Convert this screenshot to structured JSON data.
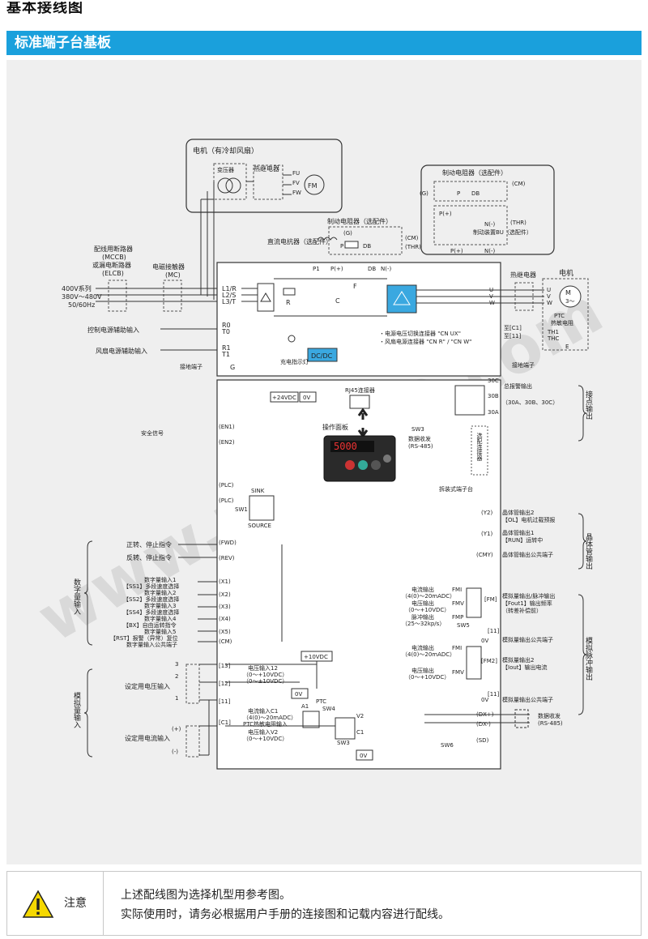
{
  "page": {
    "heading": "基本接线图",
    "section_title": "标准端子台基板"
  },
  "colors": {
    "section_bar": "#1aa0dc",
    "diagram_bg": "#efefef",
    "converter_blue": "#3aa8e0",
    "watermark": "#d9d9d9"
  },
  "diagram": {
    "motor_fan": "电机（有冷却风扇）",
    "transformer": "变压器",
    "thermal_relay": "热继电器",
    "fan_terms": [
      "FU",
      "FV",
      "FW"
    ],
    "fm": "FM",
    "brake_resistor_top": "制动电阻器（选配件）",
    "brake_resistor_mid": "制动电阻器（选配件）",
    "dc_reactor": "直流电抗器（选配件）",
    "brake_unit": "制动装置BU（选配件）",
    "mccb": [
      "配线用断路器",
      "(MCCB)",
      "或漏电断路器",
      "(ELCB)"
    ],
    "mc": [
      "电磁接触器",
      "(MC)"
    ],
    "power": [
      "400V系列",
      "380V～480V",
      "50/60Hz"
    ],
    "input_terms": [
      "L1/R",
      "L2/S",
      "L3/T"
    ],
    "control_aux": "控制电源辅助输入",
    "fan_aux": "风扇电源辅助输入",
    "ground_term": "接地端子",
    "aux_terms": [
      "R0",
      "T0",
      "R1",
      "T1"
    ],
    "g_term": "G",
    "charge_lamp": "充电指示灯",
    "dcdc": "DC/DC",
    "connector_notes": [
      "・电源电压切换连接器 \"CN UX\"",
      "・风扇电源连接器 \"CN R\" / \"CN W\""
    ],
    "dc_terms": [
      "P1",
      "P(+)",
      "DB",
      "N(-)"
    ],
    "small_labels": {
      "r": "R",
      "c": "C",
      "f": "F",
      "p": "P",
      "db": "DB",
      "cm": "(CM)",
      "thr": "(THR)",
      "g": "(G)",
      "two": "2",
      "one": "1",
      "pplus": "P(+)",
      "nminus": "N(-)"
    },
    "output_terms": [
      "U",
      "V",
      "W"
    ],
    "motor": "电机",
    "motor_symbol": [
      "M",
      "3～"
    ],
    "ptc": [
      "PTC",
      "热敏电阻"
    ],
    "th_terms": [
      "TH1",
      "THC"
    ],
    "c1_terms": [
      "至[C1]",
      "至[11]"
    ],
    "e_term": "E",
    "contact_terms": [
      "30C",
      "30B",
      "30A"
    ],
    "contact_label": [
      "总报警输出",
      "（30A、30B、30C）"
    ],
    "contact_group": "接点输出",
    "rj45": "RJ45连接器",
    "sw3_top": "SW3",
    "rs485_top": [
      "数据收发",
      "(RS-485)"
    ],
    "keypad": "操作面板",
    "keypad_display": "5000",
    "option_conn": "选配连接器",
    "removable_terminal": "拆装式端子台",
    "supply_24v": "+24VDC",
    "zero_v": "0V",
    "safety": "安全信号",
    "en_terms": [
      "(EN1)",
      "(EN2)"
    ],
    "plc_terms": [
      "(PLC)",
      "(PLC)"
    ],
    "sink": "SINK",
    "source": "SOURCE",
    "sw1": "SW1",
    "fwd_label": "正转、停止指令",
    "rev_label": "反转、停止指令",
    "run_terms": [
      "(FWD)",
      "(REV)"
    ],
    "digital_group": "数字量输入",
    "digital_inputs": [
      {
        "term": "(X1)",
        "lines": [
          "数字量输入1",
          "【SS1】多段速度选择"
        ]
      },
      {
        "term": "(X2)",
        "lines": [
          "数字量输入2",
          "【SS2】多段速度选择"
        ]
      },
      {
        "term": "(X3)",
        "lines": [
          "数字量输入3",
          "【SS4】多段速度选择"
        ]
      },
      {
        "term": "(X4)",
        "lines": [
          "数字量输入4",
          "【BX】自由运转指令"
        ]
      },
      {
        "term": "(X5)",
        "lines": [
          "数字量输入5",
          "【RST】报警（异常）复位"
        ]
      }
    ],
    "cm_term": "(CM)",
    "cm_label": "数字量输入公共端子",
    "transistor_group": "晶体管输出",
    "transistor_outputs": [
      {
        "term": "(Y2)",
        "lines": [
          "晶体管输出2",
          "【OL】电机过载预报"
        ]
      },
      {
        "term": "(Y1)",
        "lines": [
          "晶体管输出1",
          "【RUN】运转中"
        ]
      },
      {
        "term": "(CMY)",
        "lines": [
          "晶体管输出公共端子"
        ]
      }
    ],
    "analog_out_group": "模拟脉冲输出",
    "fm1_left": [
      "电流输出",
      "（4(0)～20mADC）",
      "电压输出",
      "（0～+10VDC）",
      "脉冲输出",
      "（25～32kp/s）"
    ],
    "fm1_terms": [
      "FMI",
      "FMV",
      "FMP",
      "[FM]",
      "SW5"
    ],
    "fm1_right": [
      "模拟量输出/脉冲输出",
      "【Fout1】输出频率",
      "（转差补偿前）"
    ],
    "fm_common": "模拟量输出公共端子",
    "fm2_left": [
      "电流输出",
      "（4(0)～20mADC）",
      "电压输出",
      "（0～+10VDC）"
    ],
    "fm2_terms": [
      "FMI",
      "FMV",
      "[FM2]"
    ],
    "fm2_right": [
      "模拟量输出2",
      "【Iout】输出电流"
    ],
    "term_11": "[11]",
    "supply_10v": "+10VDC",
    "analog_group": "模拟量输入",
    "set_voltage": "设定用电压输入",
    "set_current": "设定用电流输入",
    "pot_pins": [
      "3",
      "2",
      "1"
    ],
    "pm_signs": [
      "(+)",
      "(-)"
    ],
    "analog_terms": [
      "[13]",
      "[12]",
      "[11]",
      "[C1]"
    ],
    "v12_label": [
      "电压输入12",
      "（0～+10VDC）",
      "（0～±10VDC）"
    ],
    "c1_label": [
      "电流输入C1",
      "（4(0)～20mADC）",
      "PTC热敏电阻输入"
    ],
    "v2_label": [
      "电压输入V2",
      "（0～+10VDC）"
    ],
    "sw_labels": [
      "SW4",
      "SW3",
      "SW6"
    ],
    "ptc_small": "PTC",
    "a1": "A1",
    "v2": "V2",
    "c1": "C1",
    "dx_terms": [
      "(DX+)",
      "(DX-)",
      "(SD)"
    ],
    "rs485_bottom": [
      "数据收发",
      "(RS-485)"
    ],
    "watermark": "www.zkh360.com"
  },
  "note": {
    "label": "注意",
    "lines": [
      "上述配线图为选择机型用参考图。",
      "实际使用时，请务必根据用户手册的连接图和记载内容进行配线。"
    ]
  }
}
